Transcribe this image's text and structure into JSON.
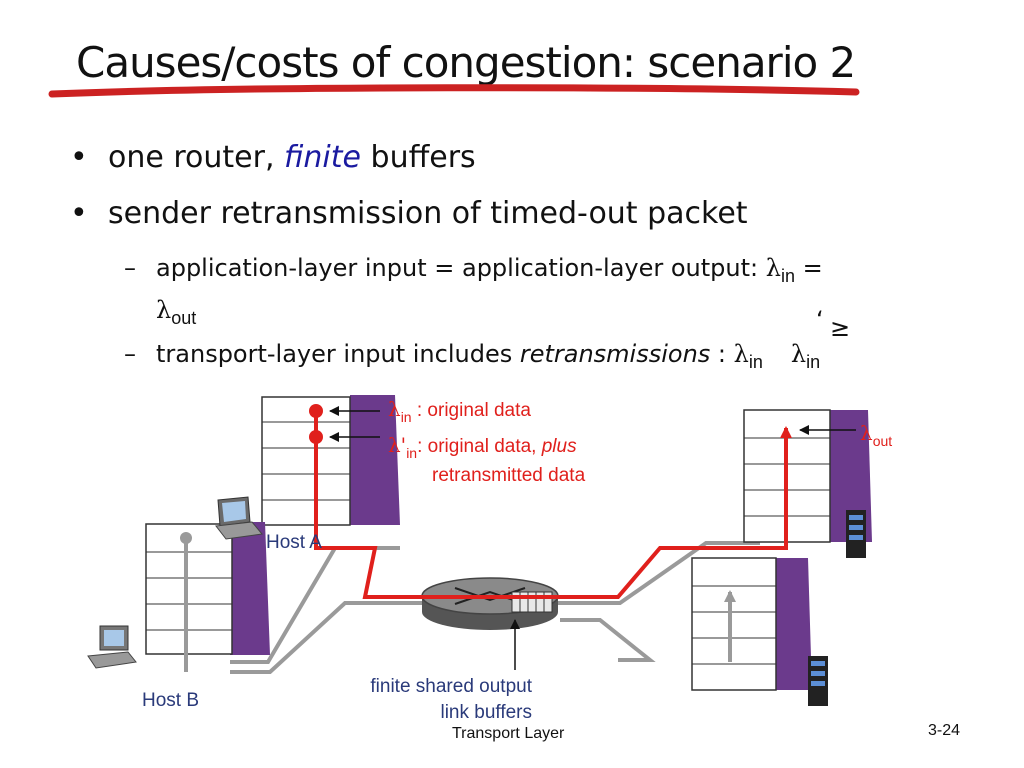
{
  "slide": {
    "title": "Causes/costs of congestion: scenario 2",
    "bullets": {
      "b1_pre": "one router, ",
      "b1_emph": "finite",
      "b1_post": " buffers",
      "b2": "sender retransmission of timed-out packet",
      "sub1_text": "application-layer input = application-layer output: ",
      "sub1_lambda": "λ",
      "sub1_in": "in",
      "sub1_eq": " =",
      "sub1_lambda2": "λ",
      "sub1_out": "out",
      "sub2_text": "transport-layer input includes ",
      "sub2_emph": "retransmissions",
      "sub2_colon": " : ",
      "sub2_lambda": "λ",
      "sub2_in": "in",
      "sub2_prime": "‘",
      "sub2_geq": "≥",
      "sub2_lambda2": "λ",
      "sub2_in2": "in"
    },
    "dash": "–",
    "bullet_char": "•"
  },
  "diagram": {
    "lambda_symbol": "λ",
    "lambda_prime": "λ'",
    "label_in": "in",
    "label_in_desc": " : original data",
    "label_inprime_colon": ":",
    "label_inprime_desc1": " original data, ",
    "label_inprime_plus": "plus",
    "label_inprime_desc2": "retransmitted data",
    "label_out": "out",
    "host_a": "Host A",
    "host_b": "Host B",
    "buffer_label1": "finite shared output",
    "buffer_label2": "link buffers"
  },
  "footer": {
    "center": "Transport Layer",
    "page": "3-24"
  },
  "colors": {
    "accent_red": "#e0201c",
    "buffer_purple": "#5a2f7a",
    "label_blue": "#1a1aa0",
    "gray_path": "#9a9a9a"
  }
}
